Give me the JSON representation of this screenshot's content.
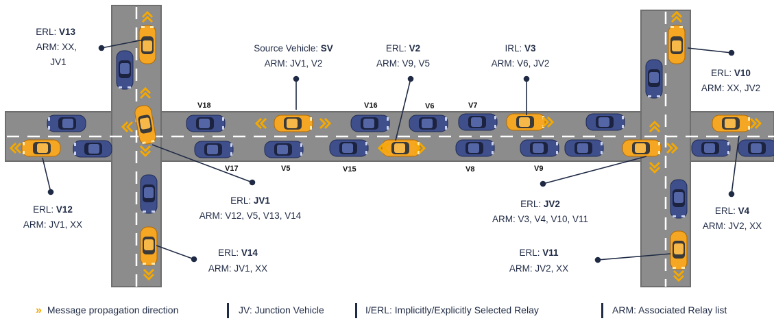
{
  "vehicles": {
    "labels": [
      "V18",
      "V16",
      "V6",
      "V7",
      "V17",
      "V5",
      "V15",
      "V8",
      "V9"
    ]
  },
  "callouts": [
    {
      "id": "v13",
      "line1_prefix": "ERL: ",
      "line1_bold": "V13",
      "line2": "ARM: XX,",
      "line3": "JV1"
    },
    {
      "id": "sv",
      "line1_prefix": "Source Vehicle: ",
      "line1_bold": "SV",
      "line2": "ARM: JV1, V2"
    },
    {
      "id": "v2",
      "line1_prefix": "ERL: ",
      "line1_bold": "V2",
      "line2": "ARM: V9, V5"
    },
    {
      "id": "v3",
      "line1_prefix": "IRL: ",
      "line1_bold": "V3",
      "line2": "ARM: V6, JV2"
    },
    {
      "id": "v10",
      "line1_prefix": "ERL: ",
      "line1_bold": "V10",
      "line2": "ARM: XX, JV2"
    },
    {
      "id": "v12",
      "line1_prefix": "ERL: ",
      "line1_bold": "V12",
      "line2": "ARM: JV1, XX"
    },
    {
      "id": "jv1",
      "line1_prefix": "ERL: ",
      "line1_bold": "JV1",
      "line2": "ARM: V12, V5, V13, V14"
    },
    {
      "id": "jv2",
      "line1_prefix": "ERL: ",
      "line1_bold": "JV2",
      "line2": "ARM: V3, V4, V10, V11"
    },
    {
      "id": "v4",
      "line1_prefix": "ERL: ",
      "line1_bold": "V4",
      "line2": "ARM: JV2, XX"
    },
    {
      "id": "v14",
      "line1_prefix": "ERL: ",
      "line1_bold": "V14",
      "line2": "ARM: JV1, XX"
    },
    {
      "id": "v11",
      "line1_prefix": "ERL: ",
      "line1_bold": "V11",
      "line2": "ARM: JV2, XX"
    }
  ],
  "legend": {
    "arrow_icon": "double-chevron-right-icon",
    "items": [
      "Message propagation direction",
      "JV: Junction Vehicle",
      "I/ERL: Implicitly/Explicitly Selected Relay",
      "ARM: Associated Relay list"
    ]
  },
  "colors": {
    "road": "#8c8c8c",
    "road_edge": "#6e6e6e",
    "relay_car": "#f5a623",
    "normal_car": "#3e4f8c",
    "arrow": "#f5a800",
    "text": "#1f2a44"
  }
}
